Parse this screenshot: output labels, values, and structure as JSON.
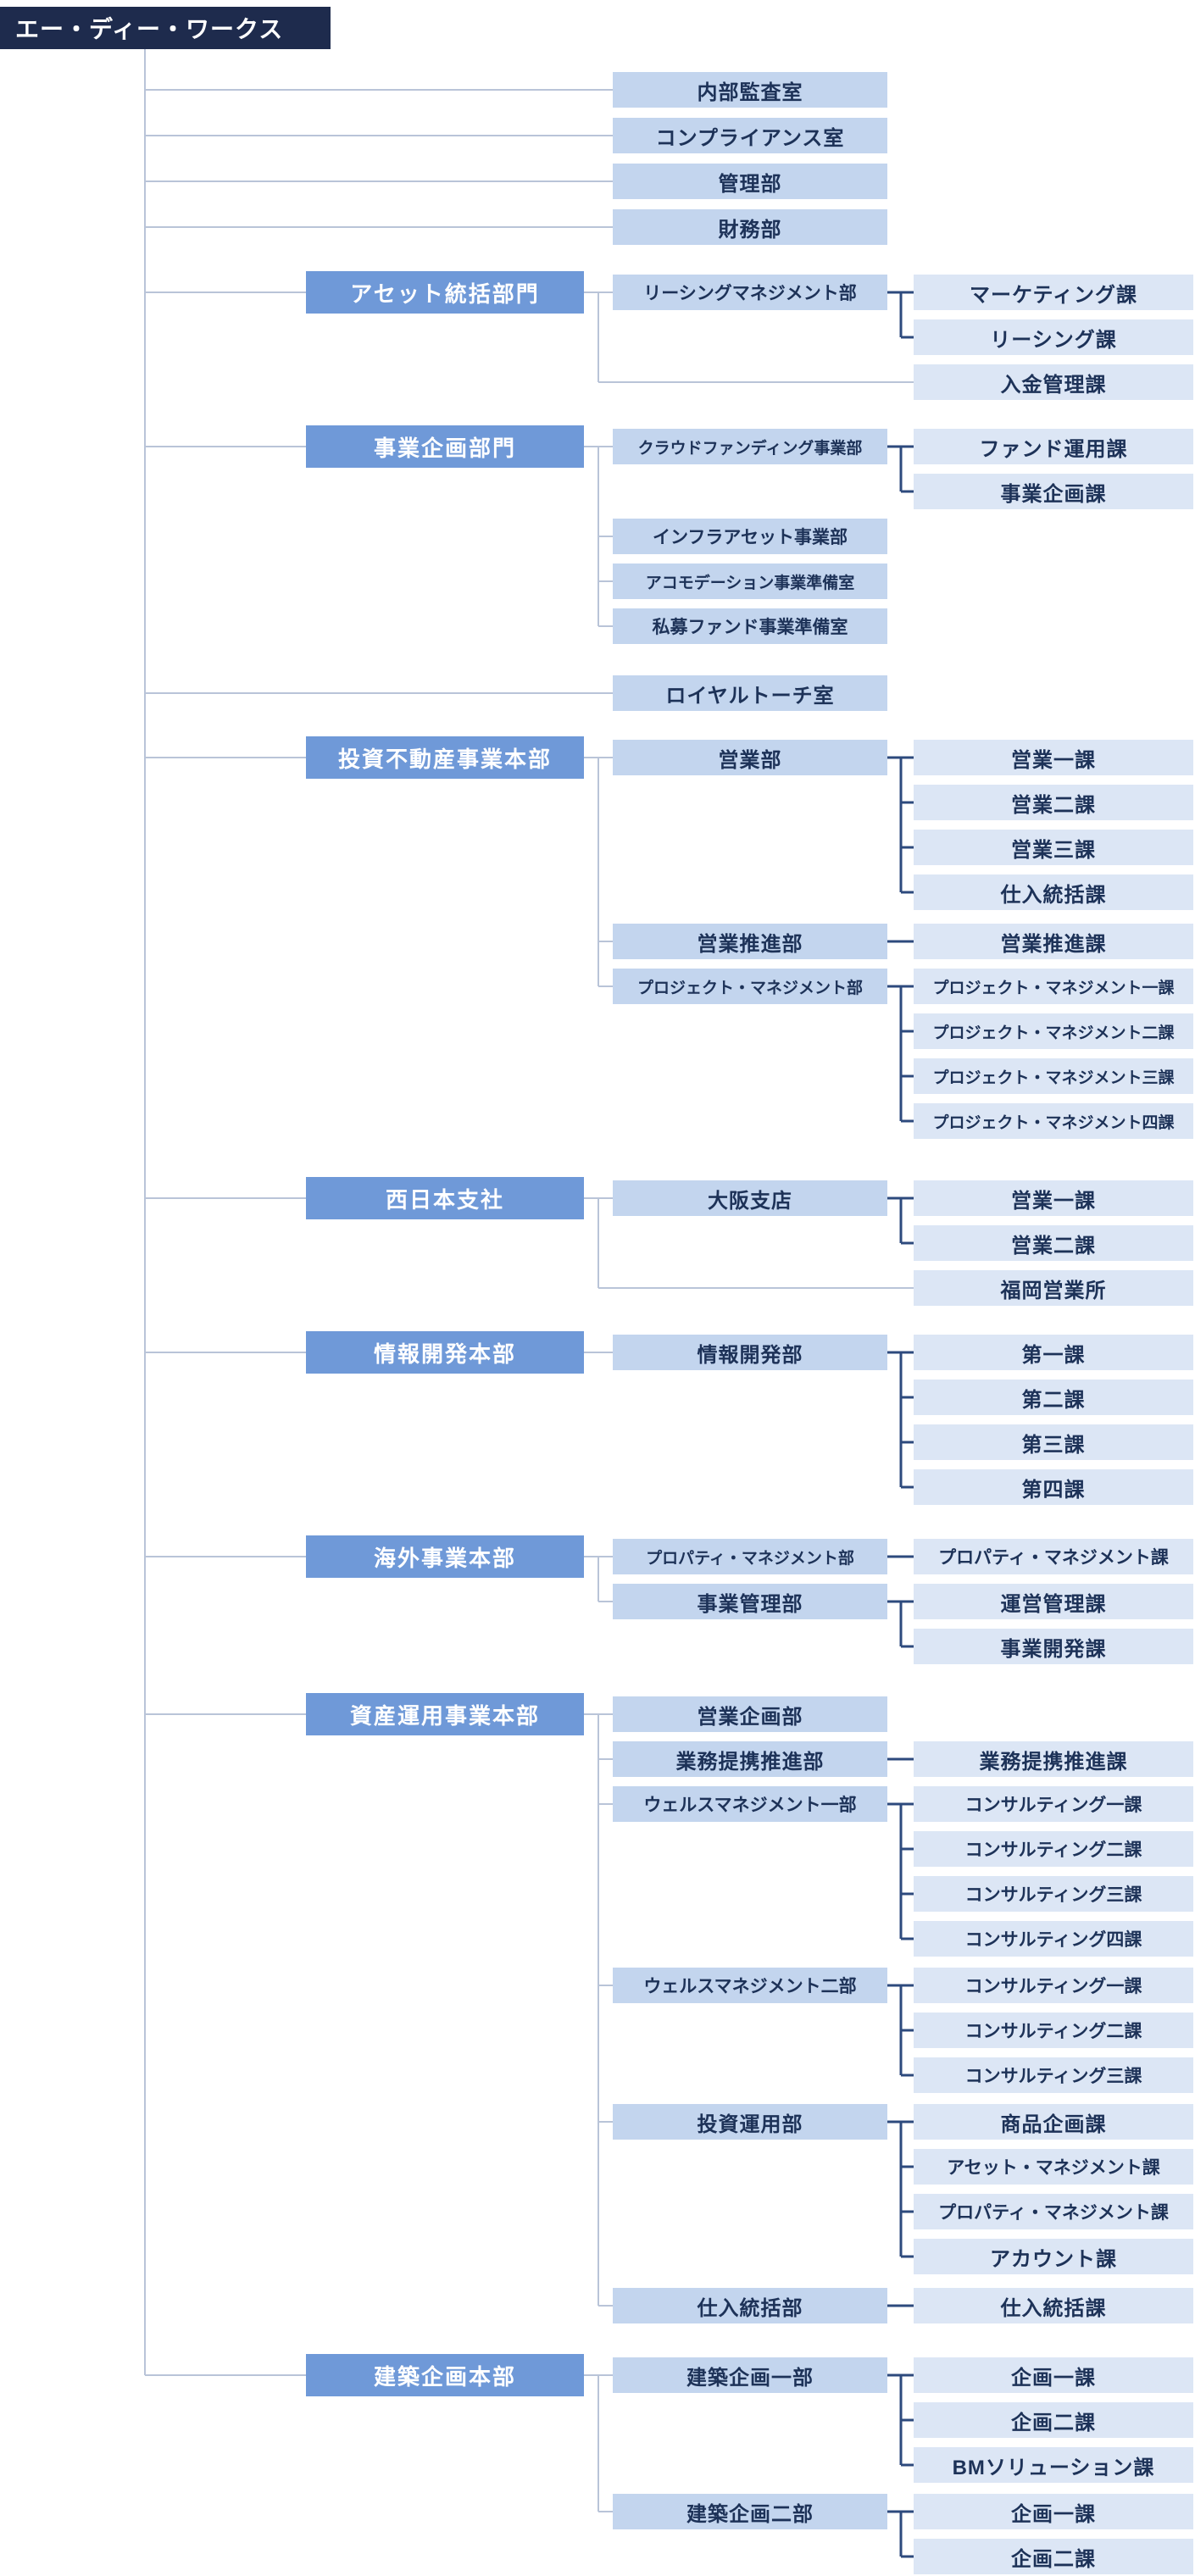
{
  "company": {
    "label": "エー・ディー・ワークス"
  },
  "colors": {
    "company_bg": "#1e2b4d",
    "division_bg": "#6f99d8",
    "department_bg": "#c3d5ee",
    "section_bg": "#dce6f5",
    "text_dark": "#1d3258",
    "line_light": "#b9c4d8",
    "line_dark": "#2d4a7d"
  },
  "offices": {
    "internal_audit": "内部監査室",
    "compliance": "コンプライアンス室",
    "administration": "管理部",
    "finance": "財務部",
    "royal_torch": "ロイヤルトーチ室"
  },
  "org": {
    "asset": {
      "division": "アセット統括部門",
      "leasing_dept": "リーシングマネジメント部",
      "marketing": "マーケティング課",
      "leasing": "リーシング課",
      "payment": "入金管理課"
    },
    "planning": {
      "division": "事業企画部門",
      "crowdfunding_dept": "クラウドファンディング事業部",
      "fund_ops": "ファンド運用課",
      "biz_planning": "事業企画課",
      "infra_dept": "インフラアセット事業部",
      "accommodation_dept": "アコモデーション事業準備室",
      "private_fund_dept": "私募ファンド事業準備室"
    },
    "invest": {
      "division": "投資不動産事業本部",
      "sales_dept": "営業部",
      "sales1": "営業一課",
      "sales2": "営業二課",
      "sales3": "営業三課",
      "purchase_sect": "仕入統括課",
      "sales_promotion_dept": "営業推進部",
      "sales_promotion_sect": "営業推進課",
      "pm_dept": "プロジェクト・マネジメント部",
      "pm1": "プロジェクト・マネジメント一課",
      "pm2": "プロジェクト・マネジメント二課",
      "pm3": "プロジェクト・マネジメント三課",
      "pm4": "プロジェクト・マネジメント四課"
    },
    "west": {
      "division": "西日本支社",
      "osaka_branch": "大阪支店",
      "sales1": "営業一課",
      "sales2": "営業二課",
      "fukuoka": "福岡営業所"
    },
    "info": {
      "division": "情報開発本部",
      "dept": "情報開発部",
      "s1": "第一課",
      "s2": "第二課",
      "s3": "第三課",
      "s4": "第四課"
    },
    "overseas": {
      "division": "海外事業本部",
      "pm_dept": "プロパティ・マネジメント部",
      "pm_sect": "プロパティ・マネジメント課",
      "admin_dept": "事業管理部",
      "operation_sect": "運営管理課",
      "bizdev_sect": "事業開発課"
    },
    "am": {
      "division": "資産運用事業本部",
      "sales_planning_dept": "営業企画部",
      "alliance_dept": "業務提携推進部",
      "alliance_sect": "業務提携推進課",
      "wealth1_dept": "ウェルスマネジメント一部",
      "w1c1": "コンサルティング一課",
      "w1c2": "コンサルティング二課",
      "w1c3": "コンサルティング三課",
      "w1c4": "コンサルティング四課",
      "wealth2_dept": "ウェルスマネジメント二部",
      "w2c1": "コンサルティング一課",
      "w2c2": "コンサルティング二課",
      "w2c3": "コンサルティング三課",
      "investment_dept": "投資運用部",
      "product_sect": "商品企画課",
      "asset_sect": "アセット・マネジメント課",
      "property_sect": "プロパティ・マネジメント課",
      "account_sect": "アカウント課",
      "purchase_dept": "仕入統括部",
      "purchase_sect": "仕入統括課"
    },
    "arch": {
      "division": "建築企画本部",
      "dept1": "建築企画一部",
      "d1p1": "企画一課",
      "d1p2": "企画二課",
      "bm": "BMソリューション課",
      "dept2": "建築企画二部",
      "d2p1": "企画一課",
      "d2p2": "企画二課"
    }
  }
}
